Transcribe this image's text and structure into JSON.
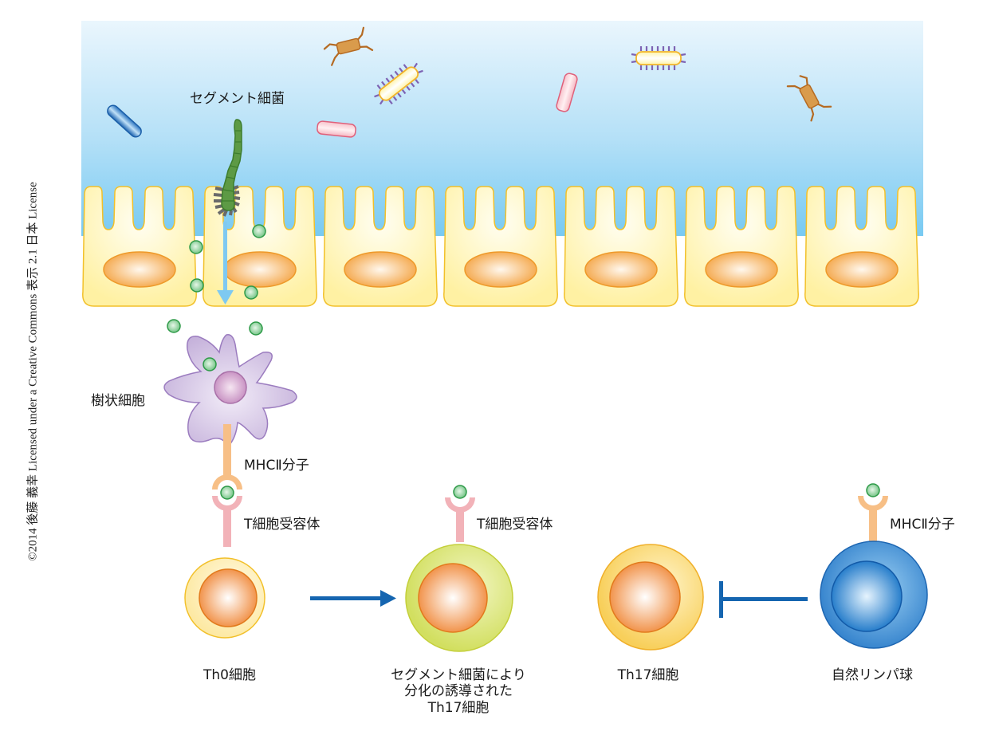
{
  "credit": "©2014 後藤 義幸 Licensed under a Creative Commons 表示 2.1 日本 License",
  "labels": {
    "segmented_bacteria": "セグメント細菌",
    "dendritic_cell": "樹状細胞",
    "mhc2_dc": "MHCⅡ分子",
    "tcr_th0": "T細胞受容体",
    "tcr_th17": "T細胞受容体",
    "mhc2_ilc": "MHCⅡ分子",
    "th0": "Th0細胞",
    "th17_induced": [
      "セグメント細菌により",
      "分化の誘導された",
      "Th17細胞"
    ],
    "th17": "Th17細胞",
    "ilc": "自然リンパ球"
  },
  "relations": [
    {
      "from": "Th0細胞",
      "to": "セグメント細菌により分化の誘導されたTh17細胞",
      "type": "differentiation-arrow"
    },
    {
      "from": "自然リンパ球",
      "to": "Th17細胞",
      "type": "inhibition"
    }
  ],
  "epithelium": {
    "cell_count": 7
  },
  "colors": {
    "lumen_top": "#e8f5fc",
    "lumen_bottom": "#7ccbf2",
    "epithelial_fill": "#fff4b0",
    "epithelial_stroke": "#f2c02a",
    "nucleus_fill": "#f5a94a",
    "antigen": "#2e9a48",
    "dendritic": "#c9b6dd",
    "mhc": "#f7bf86",
    "tcr": "#f2b2b8",
    "arrow_blue": "#1565b0",
    "th17_induced_ring": "#d5e065",
    "ilc_blue": "#2a7cc8"
  }
}
